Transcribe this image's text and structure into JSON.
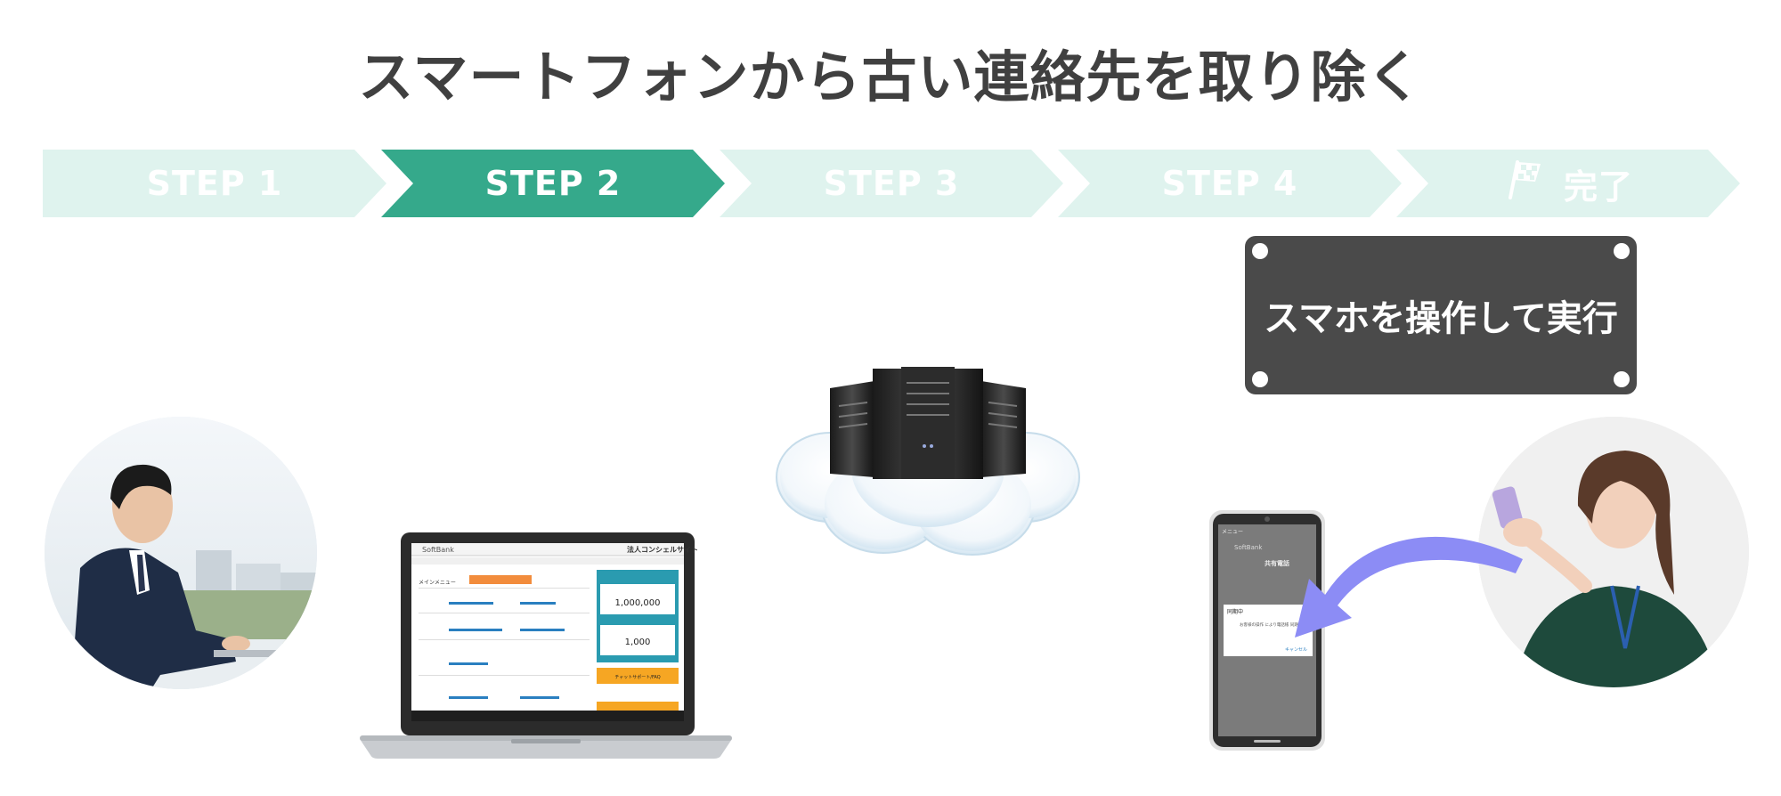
{
  "title": "スマートフォンから古い連絡先を取り除く",
  "steps": [
    {
      "label": "STEP 1",
      "state": "inactive"
    },
    {
      "label": "STEP 2",
      "state": "active"
    },
    {
      "label": "STEP 3",
      "state": "inactive"
    },
    {
      "label": "STEP 4",
      "state": "inactive"
    },
    {
      "label": "完了",
      "state": "inactive",
      "icon": "checkered-flag-icon"
    }
  ],
  "instruction_box": {
    "text": "スマホを操作して実行"
  },
  "laptop_screen": {
    "brand": "SoftBank",
    "site_name": "法人コンシェルサイト",
    "amount": "1,000,000",
    "count": "1,000",
    "chat_label": "チャットサポート/FAQ",
    "menu_heading": "メインメニュー"
  },
  "phone_screen": {
    "menu": "メニュー",
    "brand": "SoftBank",
    "label": "共有電話",
    "dialog_title": "同期中",
    "dialog_body": "お客様の操作 により電話帳 同期中です",
    "dialog_cancel": "キャンセル"
  },
  "colors": {
    "step_active": "#35a98b",
    "step_inactive": "#dff3ee",
    "box": "#4a4a4a",
    "arrow": "#8c8cf5",
    "title": "#404040"
  }
}
